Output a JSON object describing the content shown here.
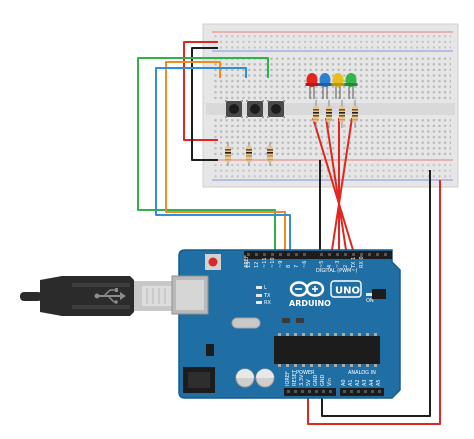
{
  "board": {
    "brand": "ARDUINO",
    "model": "UNO",
    "digital_label": "DIGITAL (PWM~)",
    "power_label": "POWER",
    "analog_label": "ANALOG IN",
    "aref_label": "AREF",
    "gnd_label": "GND",
    "tx_label": "TX",
    "rx_label": "RX",
    "l_label": "L",
    "on_label": "ON",
    "digital_pins": [
      "13",
      "12",
      "~11",
      "~10",
      "~9",
      "8",
      "7",
      "~6",
      "~5",
      "4",
      "~3",
      "2",
      "TX 1",
      "RX 0"
    ],
    "power_pins": [
      "IOREF",
      "RESET",
      "3.3V",
      "5V",
      "GND",
      "GND",
      "Vin"
    ],
    "analog_pins": [
      "A0",
      "A1",
      "A2",
      "A3",
      "A4",
      "A5"
    ]
  },
  "leds": [
    {
      "color": "red",
      "hex": "#e0261f"
    },
    {
      "color": "blue",
      "hex": "#2e7fd2"
    },
    {
      "color": "yellow",
      "hex": "#e6c019"
    },
    {
      "color": "green",
      "hex": "#33b54a"
    }
  ],
  "buttons": 3,
  "wire_colors": {
    "green": "#2db34a",
    "orange": "#f08c1e",
    "blue": "#2f8ede",
    "red": "#e0261f",
    "black": "#1e1e1e"
  }
}
